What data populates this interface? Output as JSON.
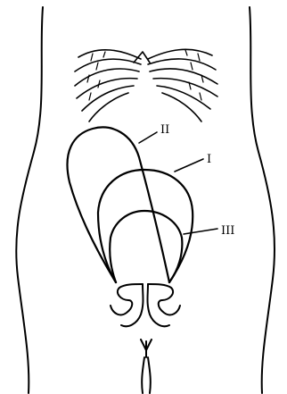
{
  "figure": {
    "labels": {
      "outline_1": "I",
      "outline_2": "II",
      "outline_3": "III"
    },
    "colors": {
      "ink": "#000000",
      "background": "#ffffff"
    }
  }
}
